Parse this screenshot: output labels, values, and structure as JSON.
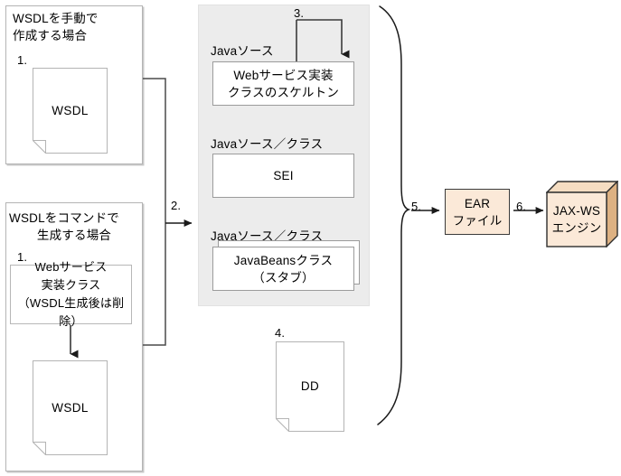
{
  "diagram": {
    "title": "JAX-WS Web service development flow",
    "colors": {
      "panel_gray": "#ececec",
      "ear_fill": "#fbe9d8",
      "engine_front": "#fbe9d8",
      "engine_top": "#f3dcc2",
      "engine_side": "#e0b98e",
      "line": "#1a1a1a",
      "doc_border": "#b4b4b4"
    }
  },
  "groups": [
    {
      "id": "manual",
      "title_line1": "WSDLを手動で",
      "title_line2": "作成する場合",
      "step": "1.",
      "document_label": "WSDL"
    },
    {
      "id": "command",
      "title_line1": "WSDLをコマンドで",
      "title_line2": "生成する場合",
      "step": "1.",
      "impl_box_label": "Webサービス\n実装クラス\n（WSDL生成後は削除）",
      "document_label": "WSDL"
    }
  ],
  "center_panel": {
    "step_loop": "3.",
    "items": [
      {
        "caption": "Javaソース",
        "box_label": "Webサービス実装\nクラスのスケルトン",
        "stacked": false
      },
      {
        "caption": "Javaソース／クラス",
        "box_label": "SEI",
        "stacked": false
      },
      {
        "caption": "Javaソース／クラス",
        "box_label": "JavaBeansクラス\n（スタブ）",
        "stacked": true
      }
    ]
  },
  "dd_document": {
    "step": "4.",
    "label": "DD"
  },
  "flow_steps": {
    "step2": "2.",
    "step5": "5.",
    "step6": "6."
  },
  "ear": {
    "label": "EAR\nファイル"
  },
  "engine": {
    "label": "JAX-WS\nエンジン"
  }
}
